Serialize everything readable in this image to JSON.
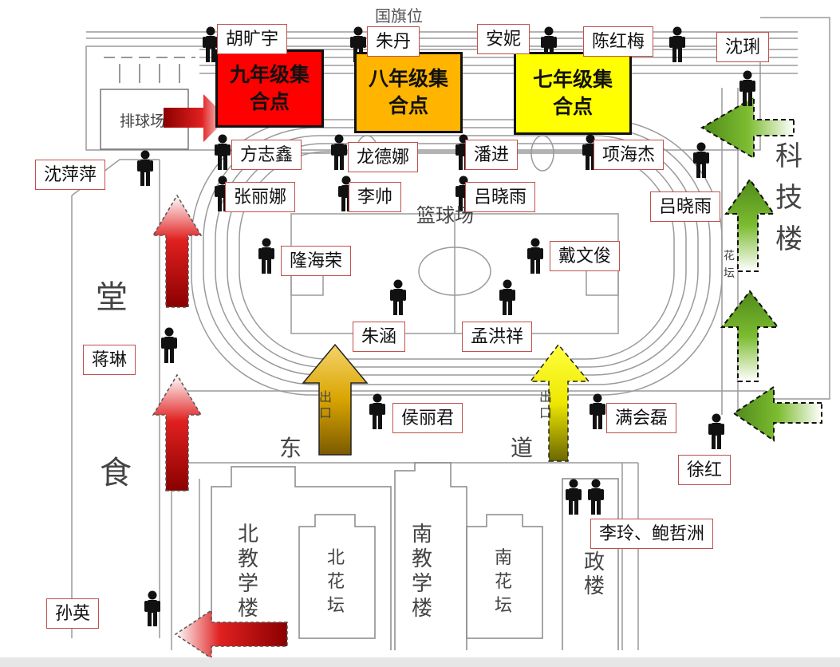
{
  "map_title_flag": "国旗位",
  "zones": {
    "grade9": "九年级集合点",
    "grade8": "八年级集合点",
    "grade7": "七年级集合点"
  },
  "places": {
    "volleyball": "排球场",
    "basketball": "篮球场",
    "dining_hall_top": "堂",
    "dining_hall_bottom": "食",
    "science_building": "科技楼",
    "flower_bed_east": "花坛",
    "exit_left": "出口",
    "exit_right": "出口",
    "east_road_1": "东",
    "east_road_2": "道",
    "north_teaching": "北教学楼",
    "north_flowerbed": "北花坛",
    "south_teaching": "南教学楼",
    "south_flowerbed": "南花坛",
    "admin_building": "政楼"
  },
  "labels": {
    "hu": "胡旷宇",
    "zhu_dan": "朱丹",
    "anni": "安妮",
    "chen": "陈红梅",
    "shen_li": "沈琍",
    "fang": "方志鑫",
    "long": "龙德娜",
    "pan": "潘进",
    "xiang": "项海杰",
    "zhang": "张丽娜",
    "li_shuai": "李帅",
    "lv_inner": "吕晓雨",
    "lv_outer": "吕晓雨",
    "shen_pp": "沈萍萍",
    "long_hr": "隆海荣",
    "dai": "戴文俊",
    "zhu_han": "朱涵",
    "meng": "孟洪祥",
    "jiang": "蒋琳",
    "hou": "侯丽君",
    "man": "满会磊",
    "xu": "徐红",
    "li_bao": "李玲、鲍哲洲",
    "sun": "孙英"
  },
  "colors": {
    "grade9": "#ff0000",
    "grade8": "#ffb400",
    "grade7": "#ffff00",
    "red_arrow": "#d21e1e",
    "gold_arrow": "#c79a00",
    "yellow_arrow": "#f5ef00",
    "green_arrow": "#6fae2a",
    "label_border": "#c0504d"
  }
}
